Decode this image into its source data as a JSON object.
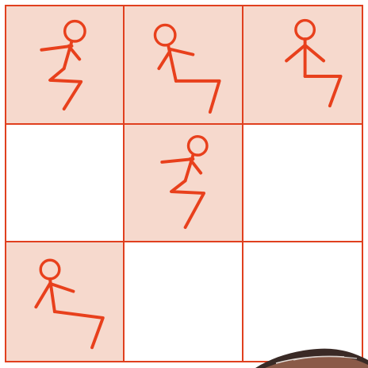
{
  "puzzle": {
    "grid_size": 3,
    "cells": [
      {
        "row": 1,
        "col": 1,
        "filled": true,
        "figure": "stick-figure-sitting-1"
      },
      {
        "row": 1,
        "col": 2,
        "filled": true,
        "figure": "stick-figure-sitting-2"
      },
      {
        "row": 1,
        "col": 3,
        "filled": true,
        "figure": "stick-figure-sitting-3"
      },
      {
        "row": 2,
        "col": 1,
        "filled": false,
        "figure": null
      },
      {
        "row": 2,
        "col": 2,
        "filled": true,
        "figure": "stick-figure-sitting-4"
      },
      {
        "row": 2,
        "col": 3,
        "filled": false,
        "figure": null
      },
      {
        "row": 3,
        "col": 1,
        "filled": true,
        "figure": "stick-figure-sitting-5"
      },
      {
        "row": 3,
        "col": 2,
        "filled": false,
        "figure": null
      },
      {
        "row": 3,
        "col": 3,
        "filled": false,
        "figure": null
      }
    ]
  },
  "colors": {
    "line": "#e0401f",
    "figure_stroke": "#e8401c",
    "filled_cell": "#f6d9cd",
    "empty_cell": "#ffffff"
  }
}
